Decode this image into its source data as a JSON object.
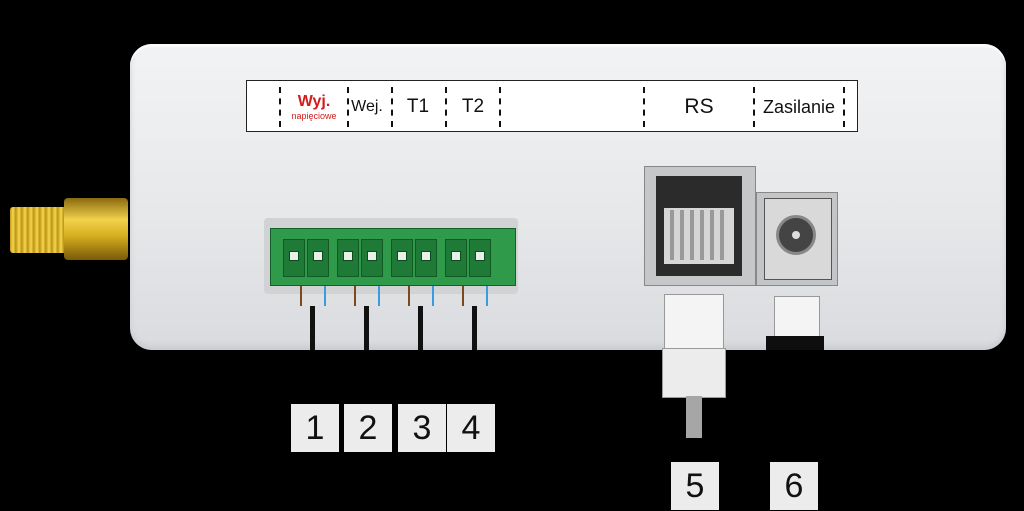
{
  "labels": {
    "output": "Wyj.",
    "output_sub": "napięciowe",
    "input": "Wej.",
    "t1": "T1",
    "t2": "T2",
    "rs": "RS",
    "power": "Zasilanie"
  },
  "callouts": [
    "1",
    "2",
    "3",
    "4",
    "5",
    "6"
  ],
  "colors": {
    "background": "#000000",
    "housing": "#e6e8ea",
    "terminal_block": "#2e9a4a",
    "output_label": "#d21c1c",
    "antenna": "#e0b830",
    "wire_brown": "#7a4a1e",
    "wire_blue": "#3a9ce0"
  },
  "icons": [
    "sma-antenna-connector",
    "terminal-block",
    "rj-socket",
    "dc-power-jack",
    "rj-plug",
    "dc-plug"
  ]
}
